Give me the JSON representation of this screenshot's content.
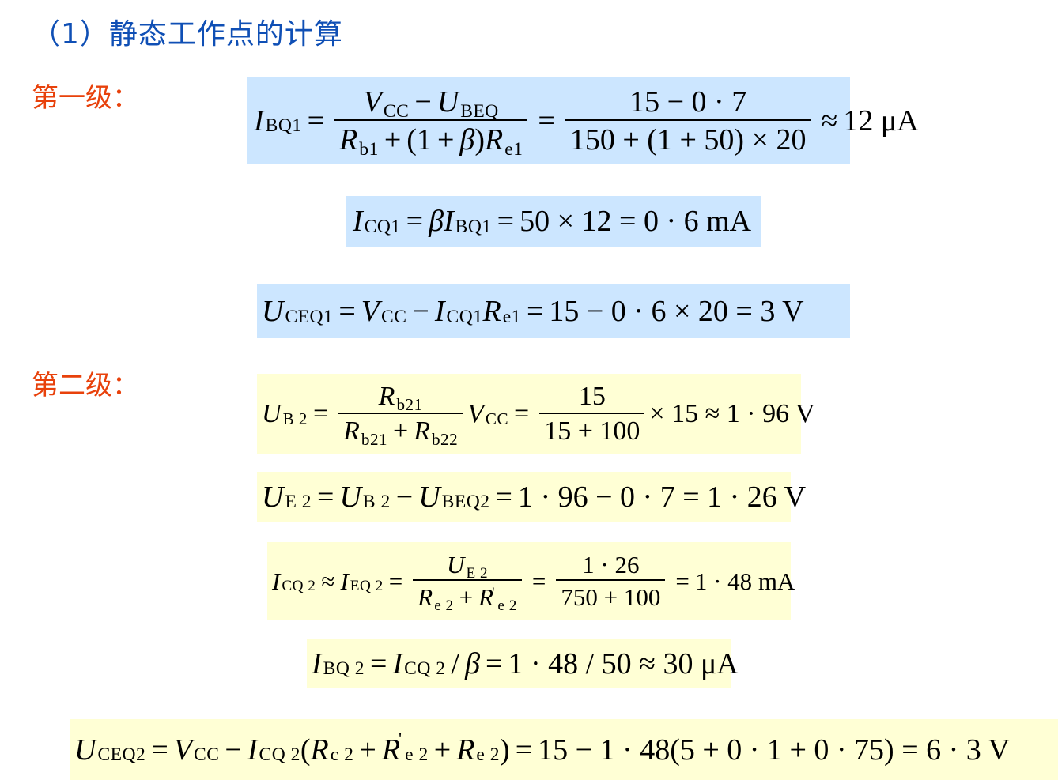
{
  "title": "（1）静态工作点的计算",
  "stage1_label": "第一级：",
  "stage2_label": "第二级：",
  "colors": {
    "title": "#0f4fb5",
    "stage_label": "#e8410b",
    "box_blue": "#cce6ff",
    "box_yellow": "#ffffd5"
  },
  "symbols": {
    "I": "I",
    "U": "U",
    "V": "V",
    "R": "R",
    "beta": "β",
    "eq": "=",
    "minus": "−",
    "plus": "+",
    "times": "×",
    "approx": "≈",
    "slash": "/",
    "lp": "(",
    "rp": ")",
    "prime": "'",
    "one": "1"
  },
  "subs": {
    "BQ1": "BQ1",
    "CC": "CC",
    "BEQ": "BEQ",
    "b1": "b1",
    "e1": "e1",
    "CQ1": "CQ1",
    "CEQ1": "CEQ1",
    "B2": "B 2",
    "b21": "b21",
    "b22": "b22",
    "E2": "E 2",
    "BEQ2": "BEQ2",
    "CQ2": "CQ 2",
    "EQ2": "EQ 2",
    "e2": "e 2",
    "BQ2": "BQ 2",
    "CEQ2": "CEQ2",
    "c2": "c 2"
  },
  "eq1": {
    "num": "15 − 0 · 7",
    "den": "150 + (1 + 50) × 20",
    "result": "12 μA"
  },
  "eq2": {
    "result": "50 × 12 = 0 · 6 mA"
  },
  "eq3": {
    "result": "15 − 0 · 6 × 20 = 3 V"
  },
  "eq4": {
    "num": "15",
    "den": "15 + 100",
    "result": "× 15 ≈ 1 · 96 V"
  },
  "eq5": {
    "result": "1 · 96 − 0 · 7 = 1 · 26 V"
  },
  "eq6": {
    "num": "1 · 26",
    "den": "750 + 100",
    "result": "1 · 48 mA"
  },
  "eq7": {
    "result": "1 · 48 / 50 ≈ 30 μA"
  },
  "eq8": {
    "result": "15 − 1 · 48(5 + 0 · 1 + 0 · 75) = 6 · 3 V"
  }
}
